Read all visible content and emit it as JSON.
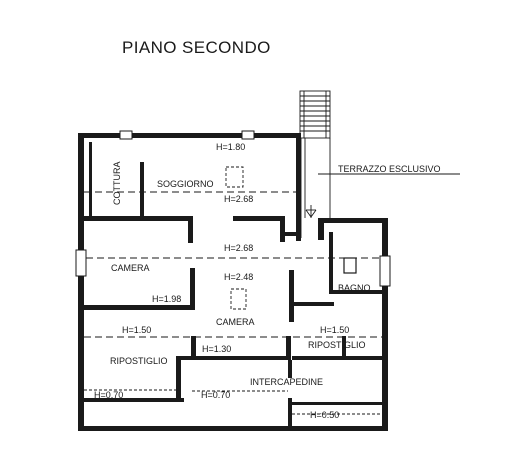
{
  "title": "PIANO SECONDO",
  "labels": {
    "h_180": "H=1.80",
    "cottura": "COTTURA",
    "soggiorno": "SOGGIORNO",
    "h_268_top": "H=2.68",
    "terrazzo": "TERRAZZO ESCLUSIVO",
    "h_268_mid": "H=2.68",
    "camera_left": "CAMERA",
    "h_248": "H=2.48",
    "bagno": "BAGNO",
    "h_198": "H=1.98",
    "camera_center": "CAMERA",
    "h_150_left": "H=1.50",
    "h_150_right": "H=1.50",
    "h_130": "H=1.30",
    "ripostiglio_left": "RIPOSTIGLIO",
    "ripostiglio_right": "RIPOSTIGLIO",
    "intercapedine": "INTERCAPEDINE",
    "h_070_left": "H=0.70",
    "h_070_mid": "H=0.70",
    "h_050": "H=0.50"
  }
}
